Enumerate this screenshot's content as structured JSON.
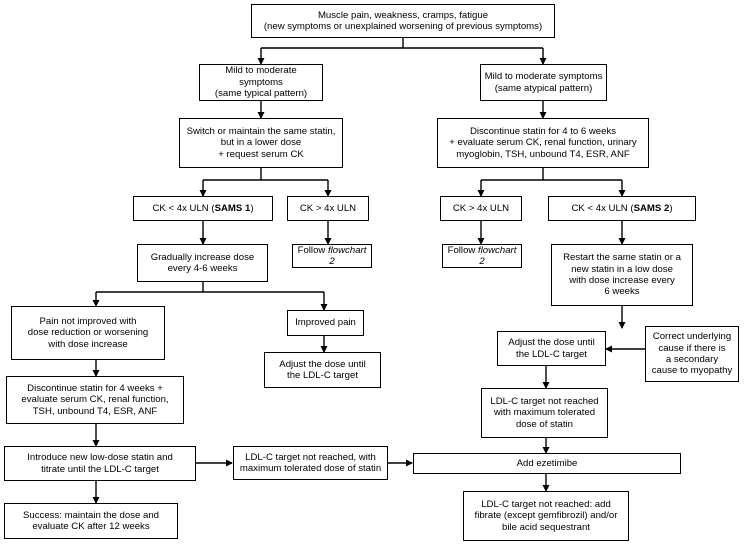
{
  "nodes": {
    "top": [
      "Muscle pain, weakness, cramps, fatigue",
      "(new symptoms or unexplained worsening of previous symptoms)"
    ],
    "typical": [
      "Mild to moderate symptoms",
      "(same typical pattern)"
    ],
    "atypical": [
      "Mild to moderate symptoms",
      "(same atypical pattern)"
    ],
    "switch": [
      "Switch or maintain the same statin,",
      "but in a lower dose",
      "+ request serum CK"
    ],
    "discontinue46": [
      "Discontinue statin for 4 to 6 weeks",
      "+ evaluate serum CK, renal function, urinary",
      "myoglobin, TSH, unbound T4, ESR, ANF"
    ],
    "ck_lt_left": {
      "prefix": "CK < 4x ULN (",
      "bold": "SAMS 1",
      "suffix": ")"
    },
    "ck_gt_left": "CK > 4x ULN",
    "ck_gt_right": "CK > 4x ULN",
    "ck_lt_right": {
      "prefix": "CK < 4x ULN (",
      "bold": "SAMS 2",
      "suffix": ")"
    },
    "increase": [
      "Gradually increase dose",
      "every 4-6 weeks"
    ],
    "follow_left": {
      "prefix": "Follow ",
      "italic": "flowchart 2"
    },
    "follow_right": {
      "prefix": "Follow ",
      "italic": "flowchart 2"
    },
    "restart": [
      "Restart the same statin or a",
      "new statin in a low dose",
      "with dose increase every",
      "6 weeks"
    ],
    "pain_not_improved": [
      "Pain not improved with",
      "dose reduction or worsening",
      "with dose increase"
    ],
    "improved_pain": "Improved pain",
    "adjust_left": [
      "Adjust the dose until",
      "the LDL-C target"
    ],
    "adjust_right": [
      "Adjust the dose until",
      "the LDL-C target"
    ],
    "correct": [
      "Correct underlying",
      "cause if there is",
      "a secondary",
      "cause to myopathy"
    ],
    "discontinue4": [
      "Discontinue statin for 4 weeks +",
      "evaluate serum CK, renal function,",
      "TSH, unbound T4, ESR, ANF"
    ],
    "ldl_max_right": [
      "LDL-C target not reached",
      "with maximum tolerated",
      "dose of statin"
    ],
    "introduce": [
      "Introduce new low-dose statin and",
      "titrate until the LDL-C target"
    ],
    "ldl_max_mid": [
      "LDL-C target not reached, with",
      "maximum tolerated dose of statin"
    ],
    "ezetimibe": "Add ezetimibe",
    "success": [
      "Success: maintain the dose and",
      "evaluate CK after 12 weeks"
    ],
    "fibrate": [
      "LDL-C target not reached: add",
      "fibrate (except gemfibrozil) and/or",
      "bile acid sequestrant"
    ]
  }
}
